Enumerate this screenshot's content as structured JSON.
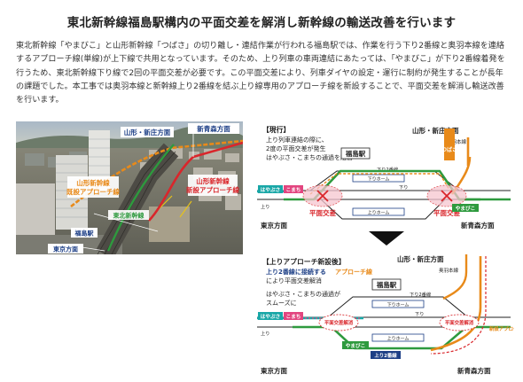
{
  "title": "東北新幹線福島駅構内の平面交差を解消し新幹線の輸送改善を行います",
  "description": "東北新幹線「やまびこ」と山形新幹線「つばさ」の切り離し・連結作業が行われる福島駅では、作業を行う下り2番線と奥羽本線を連絡するアプローチ線(単線)が上下線で共用となっています。そのため、上り列車の車両連結にあたっては、「やまびこ」が下り2番線着発を行うため、東北新幹線下り線で2回の平面交差が必要です。この平面交差により、列車ダイヤの設定・運行に制約が発生することが長年の課題でした。本工事では奥羽本線と新幹線上り2番線を結ぶ上り線専用のアプローチ線を新設することで、平面交差を解消し輸送改善を行います。",
  "photo_labels": {
    "yamagata_shinkansen": "山形・新庄方面",
    "shin_aomori": "新青森方面",
    "existing_line_1": "山形新幹線",
    "existing_line_2": "既設アプローチ線",
    "new_line_1": "山形新幹線",
    "new_line_2": "新設アプローチ線",
    "tohoku_shinkansen": "東北新幹線",
    "fukushima_station": "福島駅",
    "tokyo": "東京方面"
  },
  "current": {
    "badge": "【現行】",
    "note_1": "上り列車連結の際に、",
    "note_2": "2度の平面交差が発生",
    "note_3": "はやぶさ・こまちの通過を阻害",
    "station": "福島駅",
    "yamagata": "山形・新庄方面",
    "ou_line": "奥羽本線",
    "tsubasa": "つばさ",
    "track_kudari2": "下り2番線",
    "kudari_home": "下りホーム",
    "kudari": "下り",
    "nobori": "上り",
    "nobori_home": "上りホーム",
    "hayabusa": "はやぶさ",
    "komachi": "こまち",
    "yamabiko": "やまびこ",
    "crossing_1": "平面交差",
    "crossing_2": "平面交差",
    "tokyo": "東京方面",
    "shin_aomori": "新青森方面"
  },
  "after": {
    "badge": "【上りアプローチ新設後】",
    "note_1": "上り2番線に接続する",
    "note_highlight": "アプローチ線",
    "note_2": "により平面交差解消",
    "note_3": "はやぶさ・こまちの通過が",
    "note_4": "スムーズに",
    "station": "福島駅",
    "yamagata": "山形・新庄方面",
    "ou_line": "奥羽本線",
    "track_kudari2": "下り2番線",
    "kudari_home": "下りホーム",
    "kudari": "下り",
    "nobori": "上り",
    "nobori_home": "上りホーム",
    "nobori2": "上り2番線",
    "hayabusa": "はやぶさ",
    "komachi": "こまち",
    "yamabiko": "やまびこ",
    "crossing_resolved_1": "平面交差解消",
    "crossing_resolved_2": "平面交差解消",
    "new_line": "新設アプローチ線",
    "tokyo": "東京方面",
    "shin_aomori": "新青森方面"
  },
  "colors": {
    "green": "#2e9a3e",
    "orange": "#e88a1a",
    "red": "#d9262b",
    "pink": "#e2457f",
    "teal": "#19a7a7",
    "navy": "#1d3f86"
  }
}
